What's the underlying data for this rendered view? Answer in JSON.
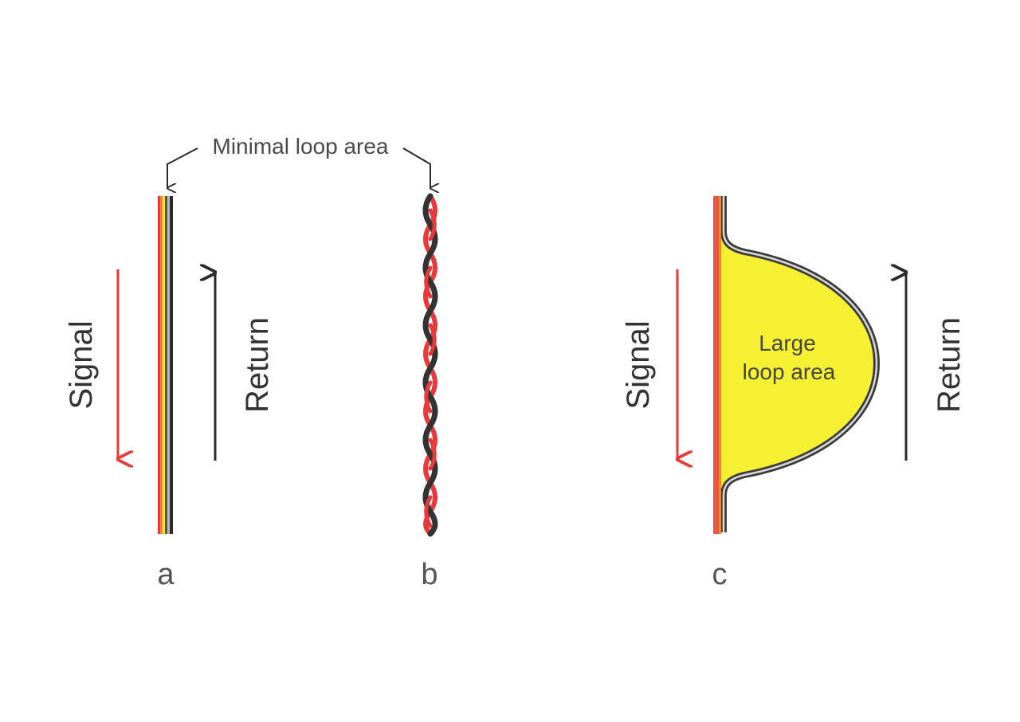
{
  "callout_label": "Minimal loop area",
  "panels": [
    {
      "id": "a",
      "letter": "a",
      "signal_label": "Signal",
      "return_label": "Return"
    },
    {
      "id": "b",
      "letter": "b"
    },
    {
      "id": "c",
      "letter": "c",
      "signal_label": "Signal",
      "return_label": "Return",
      "area_label_line1": "Large",
      "area_label_line2": "loop area"
    }
  ],
  "colors": {
    "signal": "#e83a3a",
    "return": "#2b2b2b",
    "loop_fill": "#f6f032",
    "conductor_orange": "#f08a24",
    "text": "#4a4a4a"
  }
}
